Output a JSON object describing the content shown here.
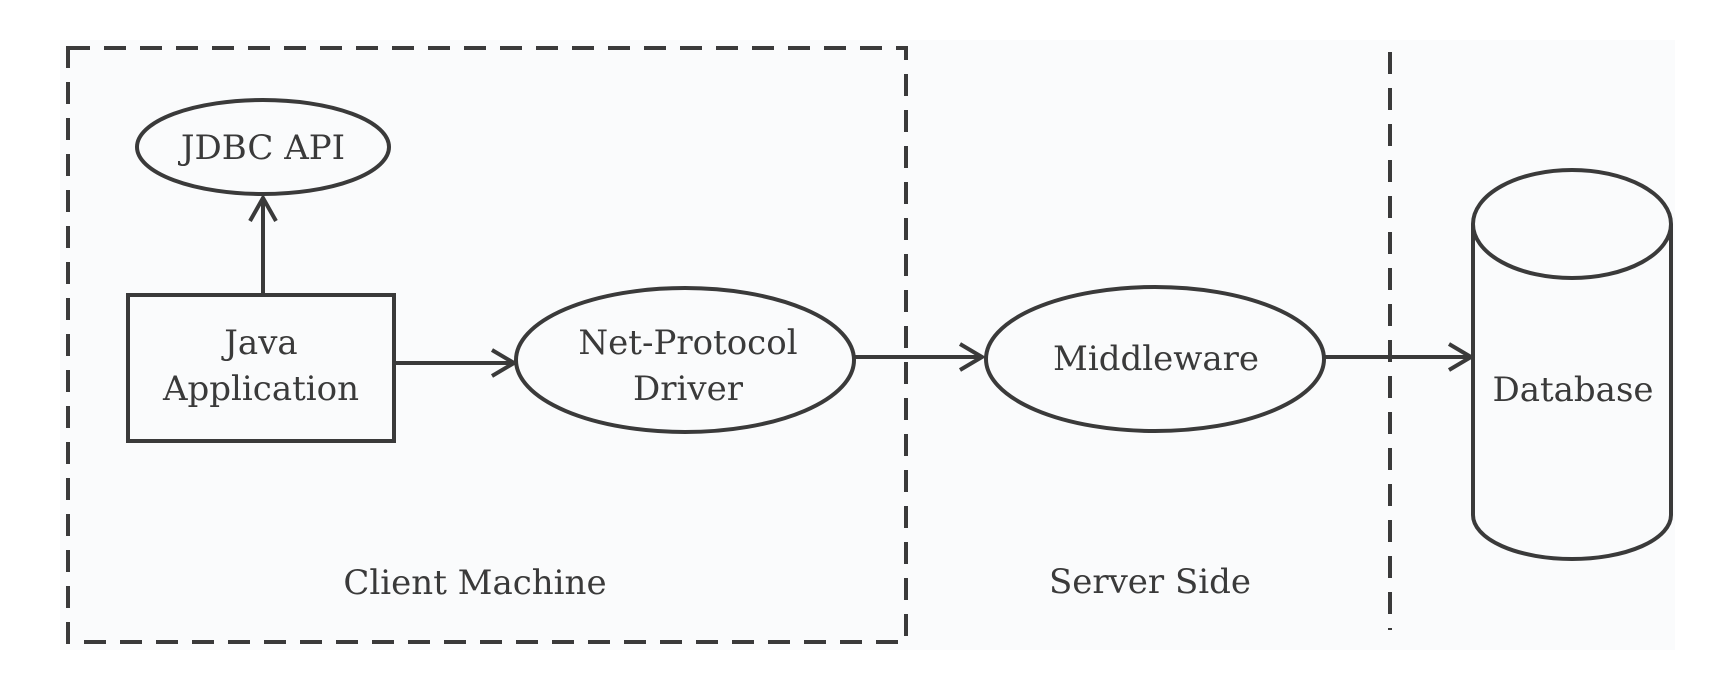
{
  "nodes": {
    "jdbc_api": "JDBC API",
    "java_application": [
      "Java",
      "Application"
    ],
    "net_protocol_driver": [
      "Net-Protocol",
      "Driver"
    ],
    "middleware": "Middleware",
    "database": "Database"
  },
  "regions": {
    "client_machine": "Client Machine",
    "server_side": "Server Side"
  },
  "colors": {
    "stroke": "#3a3a3a",
    "background": "#fafbfc"
  }
}
